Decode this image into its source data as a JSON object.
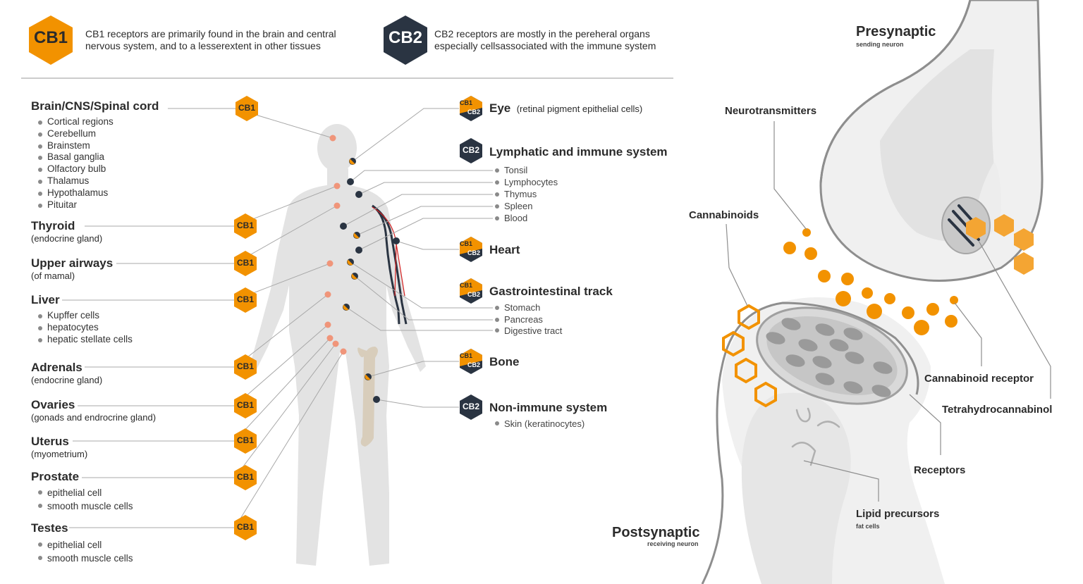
{
  "legend": {
    "cb1": {
      "badge": "CB1",
      "text": "CB1 receptors are primarily found in the brain and central nervous system, and to a lesserextent in other tissues"
    },
    "cb2": {
      "badge": "CB2",
      "text": "CB2 receptors are mostly in the pereheral organs especially cellsassociated with the immune system"
    }
  },
  "colors": {
    "cb1": "#F29200",
    "cb2": "#2A3442",
    "body": "#E3E3E3",
    "dot_cb1": "#F0957A",
    "line": "#A8A8A8"
  },
  "left_organs": {
    "brain": {
      "title": "Brain/CNS/Spinal cord",
      "badge": "CB1",
      "items": [
        "Cortical regions",
        "Cerebellum",
        "Brainstem",
        "Basal ganglia",
        "Olfactory bulb",
        "Thalamus",
        "Hypothalamus",
        "Pituitar"
      ]
    },
    "thyroid": {
      "title": "Thyroid",
      "sub": "(endocrine gland)",
      "badge": "CB1"
    },
    "airways": {
      "title": "Upper airways",
      "sub": "(of mamal)",
      "badge": "CB1"
    },
    "liver": {
      "title": "Liver",
      "badge": "CB1",
      "items": [
        "Kupffer cells",
        "hepatocytes",
        "hepatic stellate cells"
      ]
    },
    "adrenals": {
      "title": "Adrenals",
      "sub": "(endocrine gland)",
      "badge": "CB1"
    },
    "ovaries": {
      "title": "Ovaries",
      "sub": "(gonads and endrocrine gland)",
      "badge": "CB1"
    },
    "uterus": {
      "title": "Uterus",
      "sub": "(myometrium)",
      "badge": "CB1"
    },
    "prostate": {
      "title": "Prostate",
      "badge": "CB1",
      "items": [
        "epithelial cell",
        "smooth muscle cells"
      ]
    },
    "testes": {
      "title": "Testes",
      "badge": "CB1",
      "items": [
        "epithelial cell",
        "smooth muscle cells"
      ]
    }
  },
  "right_organs": {
    "eye": {
      "title": "Eye",
      "sub": "(retinal pigment epithelial cells)",
      "badge_top": "CB1",
      "badge_bottom": "CB2"
    },
    "lymphatic": {
      "title": "Lymphatic and immune system",
      "badge": "CB2",
      "items": [
        "Tonsil",
        "Lymphocytes",
        "Thymus",
        "Spleen",
        "Blood"
      ]
    },
    "heart": {
      "title": "Heart",
      "badge_top": "CB1",
      "badge_bottom": "CB2"
    },
    "gi": {
      "title": "Gastrointestinal track",
      "badge_top": "CB1",
      "badge_bottom": "CB2",
      "items": [
        "Stomach",
        "Pancreas",
        "Digestive tract"
      ]
    },
    "bone": {
      "title": "Bone",
      "badge_top": "CB1",
      "badge_bottom": "CB2"
    },
    "nonimmune": {
      "title": "Non-immune system",
      "badge": "CB2",
      "items": [
        "Skin (keratinocytes)"
      ]
    }
  },
  "synapse": {
    "presynaptic": {
      "title": "Presynaptic",
      "sub": "sending neuron"
    },
    "postsynaptic": {
      "title": "Postsynaptic",
      "sub": "receiving neuron"
    },
    "neurotransmitters": "Neurotransmitters",
    "cannabinoids": "Cannabinoids",
    "cannabinoid_receptor": "Cannabinoid receptor",
    "thc": "Tetrahydrocannabinol",
    "receptors": "Receptors",
    "lipid": {
      "title": "Lipid precursors",
      "sub": "fat cells"
    }
  }
}
